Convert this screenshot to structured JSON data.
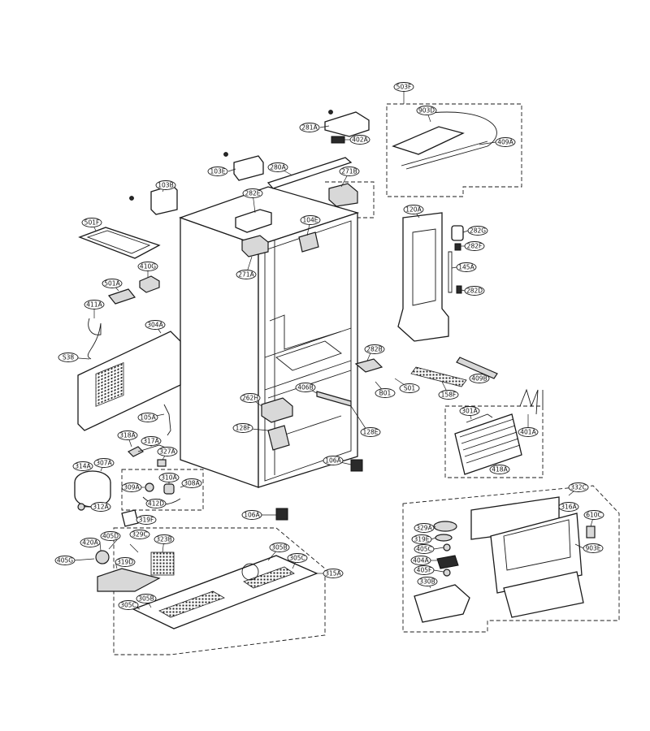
{
  "diagram": {
    "parts": [
      {
        "code": "503F"
      },
      {
        "code": "903D"
      },
      {
        "code": "409A"
      },
      {
        "code": "281A"
      },
      {
        "code": "402A"
      },
      {
        "code": "280A"
      },
      {
        "code": "271B"
      },
      {
        "code": "103E"
      },
      {
        "code": "103B"
      },
      {
        "code": "282E"
      },
      {
        "code": "104E"
      },
      {
        "code": "271A"
      },
      {
        "code": "501F"
      },
      {
        "code": "410G"
      },
      {
        "code": "501A"
      },
      {
        "code": "411A"
      },
      {
        "code": "304A"
      },
      {
        "code": "S38"
      },
      {
        "code": "120A"
      },
      {
        "code": "282G"
      },
      {
        "code": "282F"
      },
      {
        "code": "145A"
      },
      {
        "code": "282D"
      },
      {
        "code": "282B"
      },
      {
        "code": "409B"
      },
      {
        "code": "S01"
      },
      {
        "code": "B01"
      },
      {
        "code": "158F"
      },
      {
        "code": "406B"
      },
      {
        "code": "262H"
      },
      {
        "code": "128F"
      },
      {
        "code": "128E"
      },
      {
        "code": "105A"
      },
      {
        "code": "301A"
      },
      {
        "code": "401A"
      },
      {
        "code": "418A"
      },
      {
        "code": "318A"
      },
      {
        "code": "317A"
      },
      {
        "code": "327A"
      },
      {
        "code": "314A"
      },
      {
        "code": "307A"
      },
      {
        "code": "309A"
      },
      {
        "code": "310A"
      },
      {
        "code": "308A"
      },
      {
        "code": "312A"
      },
      {
        "code": "412D"
      },
      {
        "code": "106A"
      },
      {
        "code": "106A"
      },
      {
        "code": "319F"
      },
      {
        "code": "332C"
      },
      {
        "code": "316A"
      },
      {
        "code": "610C"
      },
      {
        "code": "329A"
      },
      {
        "code": "319E"
      },
      {
        "code": "405C"
      },
      {
        "code": "903E"
      },
      {
        "code": "404A"
      },
      {
        "code": "405F"
      },
      {
        "code": "330B"
      },
      {
        "code": "420A"
      },
      {
        "code": "405D"
      },
      {
        "code": "329C"
      },
      {
        "code": "323B"
      },
      {
        "code": "305B"
      },
      {
        "code": "305C"
      },
      {
        "code": "405G"
      },
      {
        "code": "319D"
      },
      {
        "code": "315A"
      },
      {
        "code": "305B"
      },
      {
        "code": "305C"
      }
    ]
  }
}
